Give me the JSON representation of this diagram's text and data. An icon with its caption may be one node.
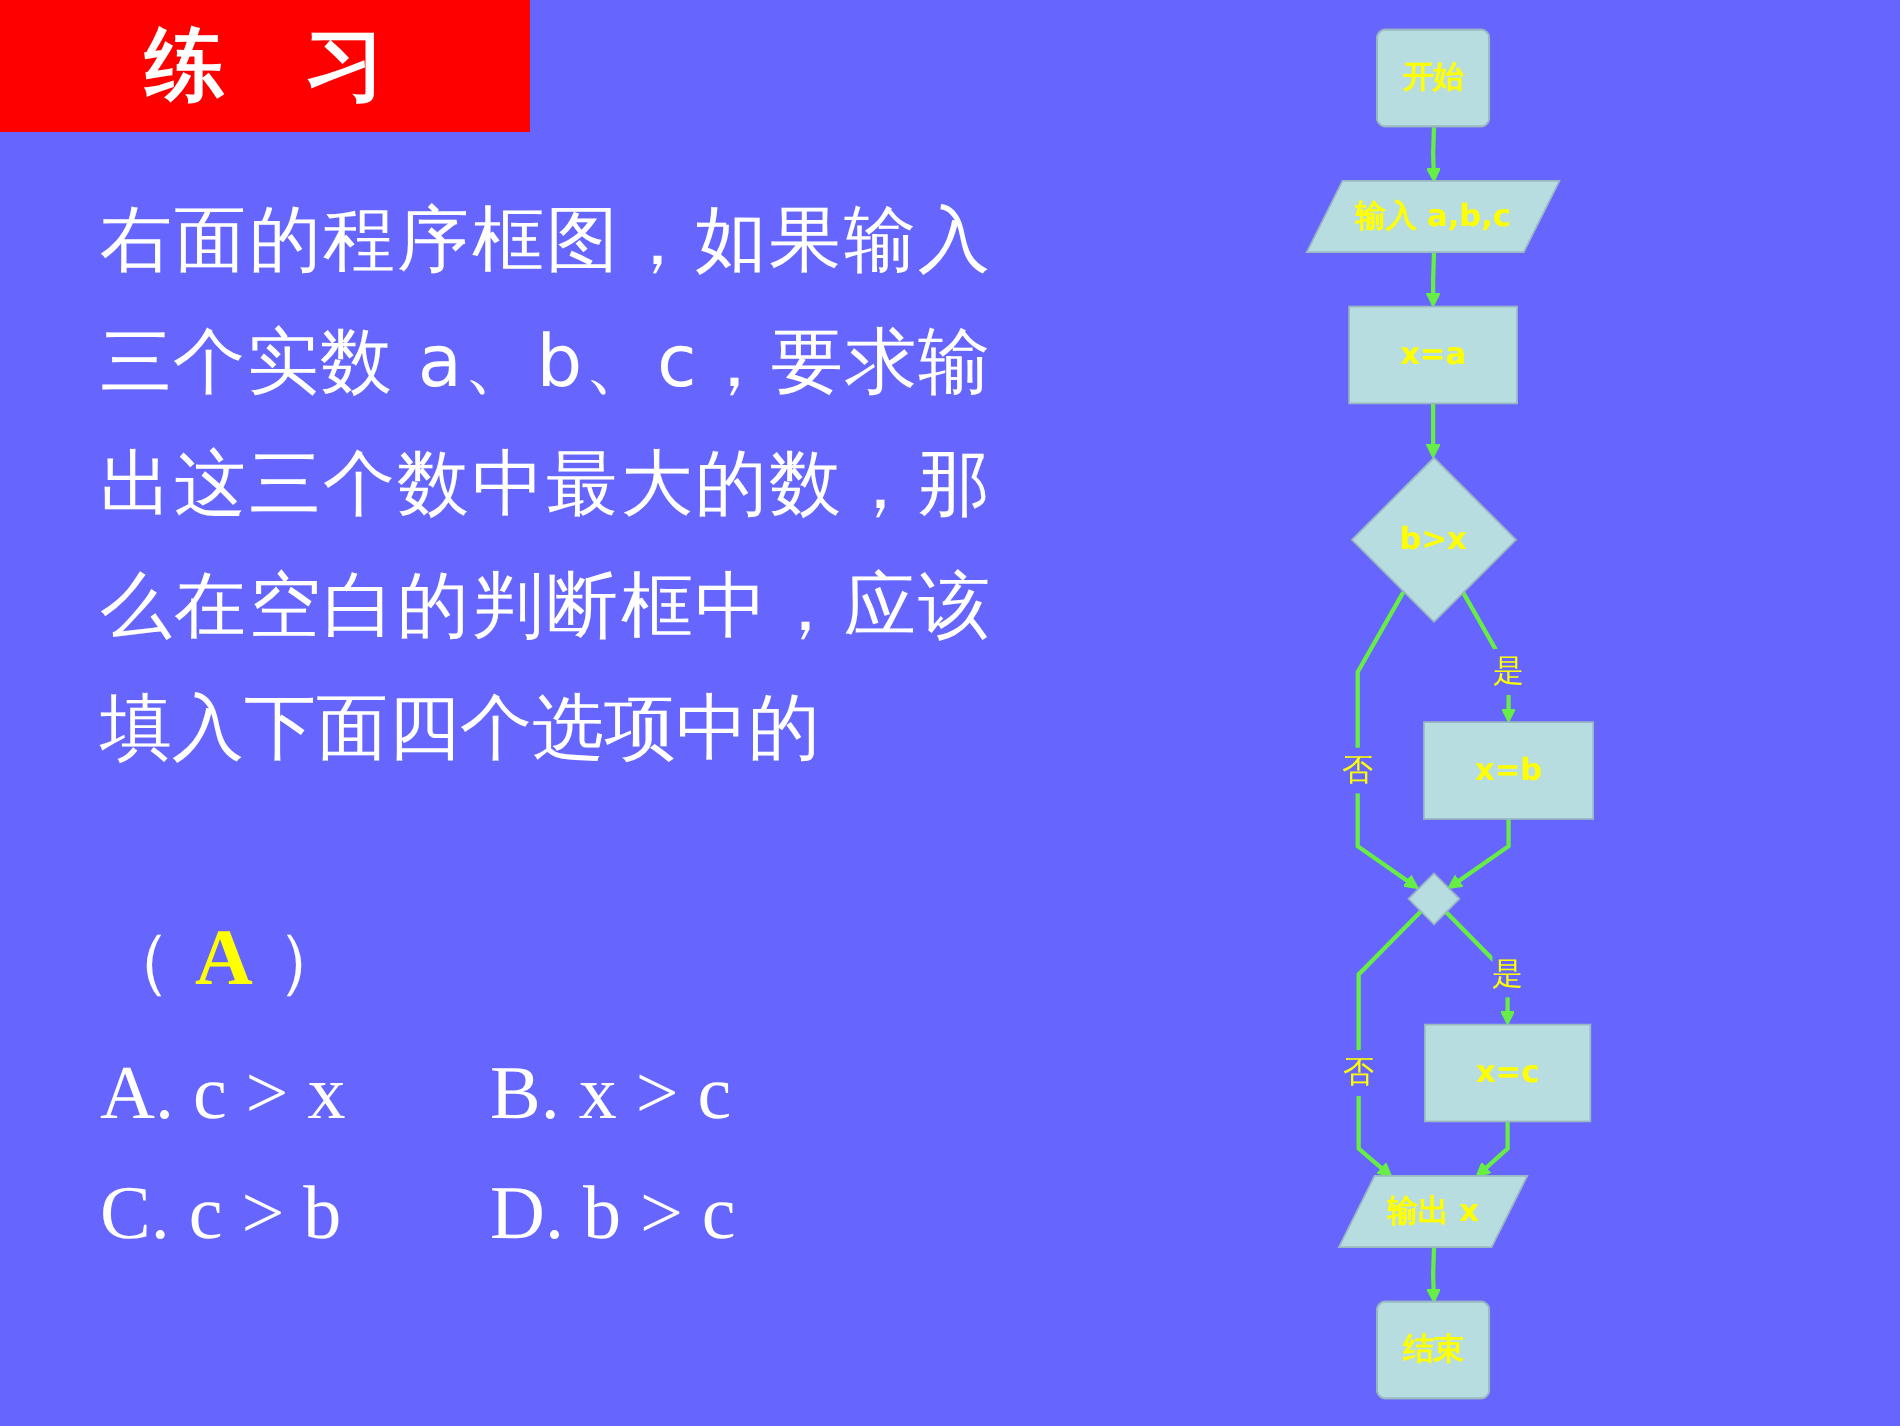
{
  "diagram": {
    "title": "练　习",
    "nodes": [
      {
        "text": [
          "开始"
        ]
      },
      {
        "text": [
          "输入 a,b,c"
        ]
      },
      {
        "text": [
          "x=a"
        ]
      },
      {
        "text": [
          "b>x"
        ]
      },
      {
        "text": [
          "x=b"
        ]
      },
      {
        "text": [],
        "shape": "diamond"
      },
      {
        "text": [
          "x=c"
        ]
      },
      {
        "text": [
          "输出 x"
        ]
      },
      {
        "text": [
          "结束"
        ]
      }
    ],
    "edges": [
      {
        "from": 0,
        "to": 1,
        "arrow": "to"
      },
      {
        "from": 1,
        "to": 2,
        "arrow": "to"
      },
      {
        "from": 2,
        "to": 3,
        "arrow": "to"
      },
      {
        "from": 3,
        "to": 4,
        "arrow": "to",
        "label": "是"
      },
      {
        "from": 3,
        "to": 5,
        "arrow": "to",
        "label": "否"
      },
      {
        "from": 4,
        "to": 5,
        "arrow": "to"
      },
      {
        "from": 5,
        "to": 6,
        "arrow": "to",
        "label": "是"
      },
      {
        "from": 5,
        "to": 7,
        "arrow": "to",
        "label": "否"
      },
      {
        "from": 6,
        "to": 7,
        "arrow": "to"
      },
      {
        "from": 7,
        "to": 8,
        "arrow": "to"
      }
    ],
    "labels": [
      "右面的程序框图，如果输入三个实数 a、b、c，要求输出这三个数中最大的数，那么在空白的判断框中，应该填入下面四个选项中的",
      "（ **A** ）",
      "A. c > x",
      "B. x > c",
      "C. c > b",
      "D. b > c"
    ]
  }
}
